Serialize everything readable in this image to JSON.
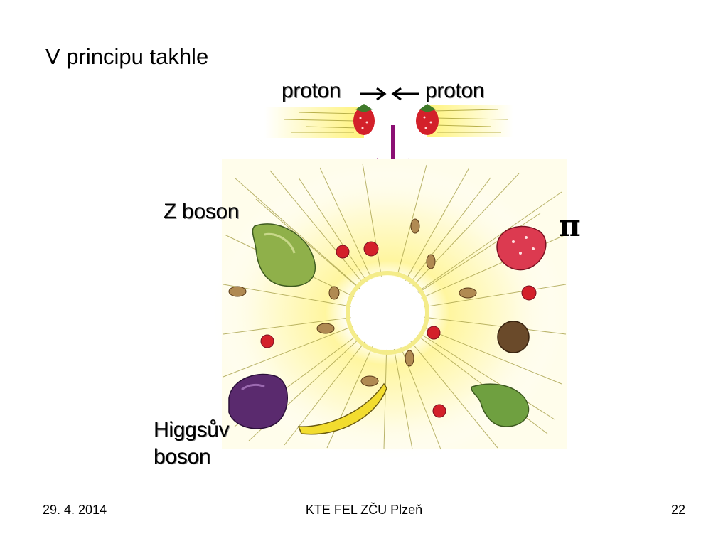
{
  "slide": {
    "title": "V principu takhle"
  },
  "labels": {
    "proton_left": "proton",
    "proton_right": "proton",
    "z_boson": "Z boson",
    "pi": "π",
    "higgs_line1": "Higgsův",
    "higgs_line2": "boson"
  },
  "footer": {
    "date": "29. 4. 2014",
    "institution": "KTE FEL ZČU Plzeň",
    "page": "22"
  },
  "colors": {
    "arrow": "#8b0f73",
    "glow": "#fff7a8",
    "strawberry": "#d3202a",
    "pear": "#7fa83a",
    "plum": "#5a2a6e",
    "banana": "#f2dc2f",
    "nut": "#8a6a3a"
  }
}
